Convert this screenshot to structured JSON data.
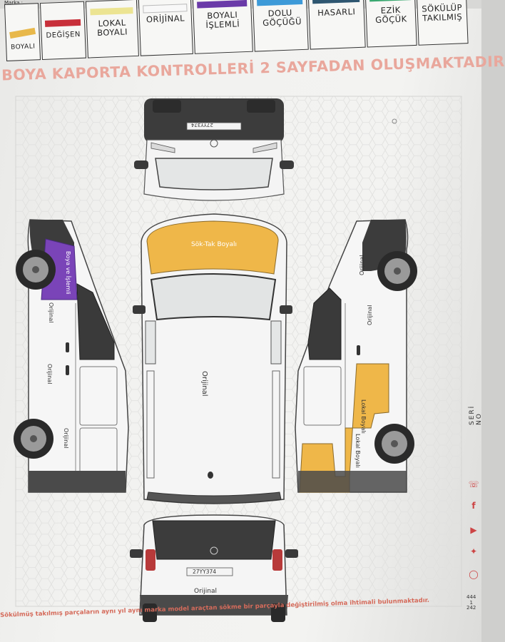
{
  "header": {
    "marka": "Marka :"
  },
  "legend": [
    {
      "label": "BOYALI",
      "color": "#e8b84a"
    },
    {
      "label": "DEĞİŞEN",
      "color": "#c8303a"
    },
    {
      "label": "LOKAL BOYALI",
      "color": "#ece492"
    },
    {
      "label": "ORİJİNAL",
      "color": "#f8f8f8"
    },
    {
      "label": "BOYALI İŞLEMLİ",
      "color": "#6a3aa8"
    },
    {
      "label": "DOLU GÖÇÜĞÜ",
      "color": "#3d9ad8"
    },
    {
      "label": "HASARLI",
      "color": "#2e5670"
    },
    {
      "label": "EZİK GÖÇÜK",
      "color": "#3aa870"
    },
    {
      "label": "SÖKÜLÜP TAKILMIŞ",
      "color": "#6c9a9a"
    }
  ],
  "heading": "BOYA KAPORTA KONTROLLERİ 2 SAYFADAN OLUŞMAKTADIR",
  "plates": {
    "front": "27YY374",
    "rear": "27YY374"
  },
  "labels": {
    "hood": "Sök-Tak Boyalı",
    "roof": "Orijinal",
    "left_fender": "Boya ve İşlemli",
    "left_front_door": "Orijinal",
    "left_sliding_door": "Orijinal",
    "left_rear_quarter": "Orijinal",
    "right_fender": "Orijinal",
    "right_front_door": "Orijinal",
    "right_sliding_door": "Lokal Boyalı",
    "right_rear_quarter": "Lokal Boyalı",
    "rear": "Orijinal"
  },
  "footer_note": "Sökülmüş takılmış parçaların aynı yıl aynı marka model araçtan sökme bir parçayla değiştirilmiş olma ihtimali bulunmaktadır.",
  "sidebar": {
    "serial_label": "SERİ NO",
    "num_top": "444",
    "num_mid": "1",
    "num_bottom": "242"
  },
  "colors": {
    "heading": "#e9a79c",
    "accent": "#d56b5b",
    "painted": "#efb749",
    "purple": "#7a44b8"
  }
}
